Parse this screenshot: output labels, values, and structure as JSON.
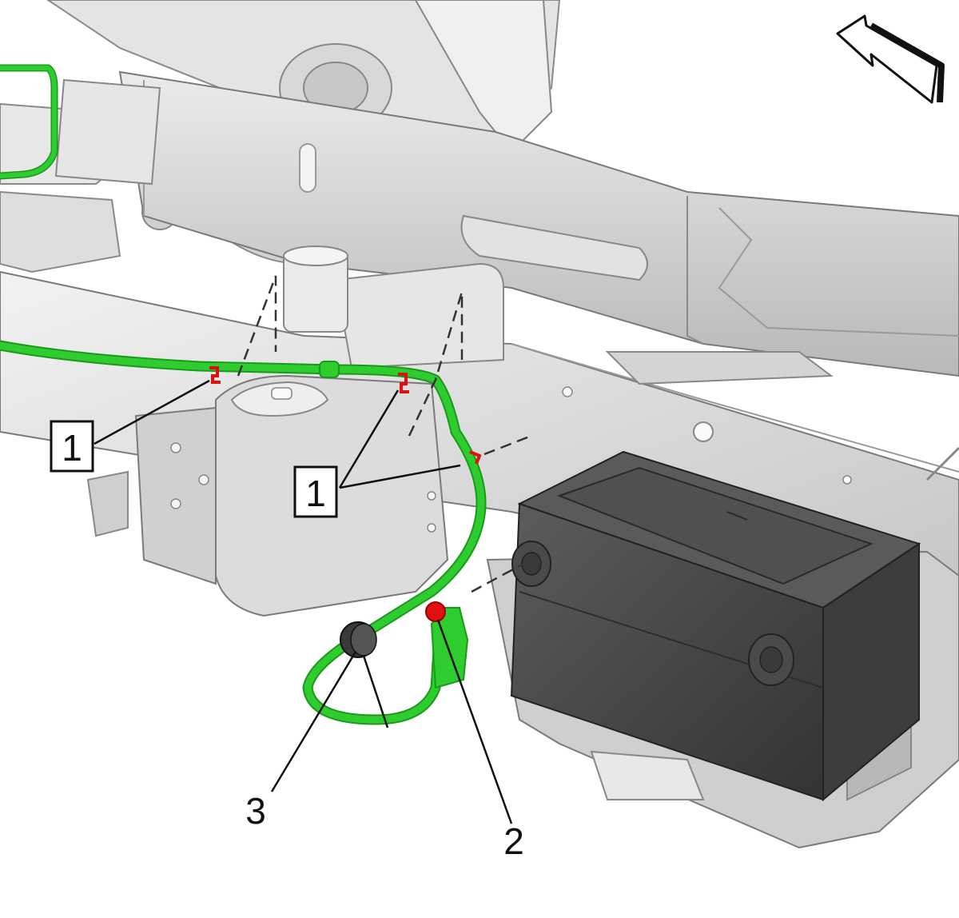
{
  "callouts": [
    {
      "id": "c1a",
      "label": "1",
      "boxed": true
    },
    {
      "id": "c1b",
      "label": "1",
      "boxed": true
    },
    {
      "id": "c2",
      "label": "2",
      "boxed": false
    },
    {
      "id": "c3",
      "label": "3",
      "boxed": false
    }
  ],
  "icons": {
    "direction_arrow": "front-direction-arrow-icon"
  },
  "colors": {
    "cable": "#2ecc2e",
    "cable_dark": "#1a9a1a",
    "fastener": "#e01010",
    "battery": "#4a4a4a",
    "battery_top": "#5a5a5a",
    "frame": "#d6d6d6",
    "frame_shadow": "#a9a9a9",
    "line": "#333333"
  }
}
